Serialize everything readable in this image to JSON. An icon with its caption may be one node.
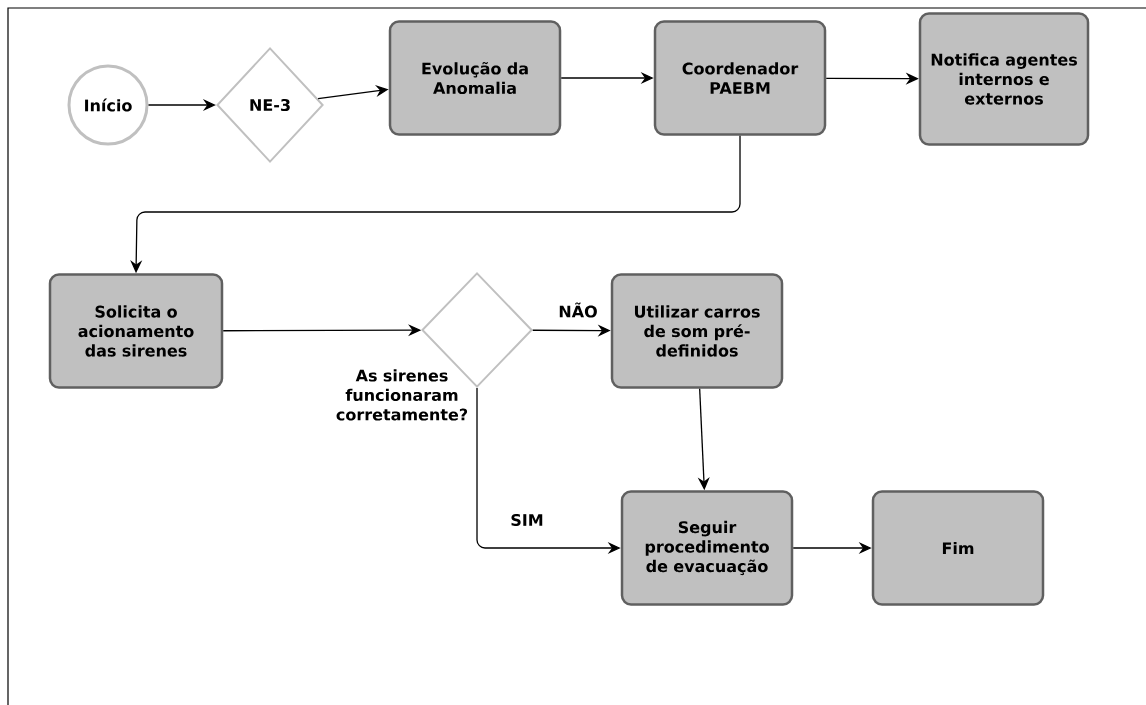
{
  "diagram": {
    "nodes": [
      {
        "text": [
          "Início"
        ]
      },
      {
        "text": [
          "NE-3"
        ]
      },
      {
        "text": [
          "Evolução da Anomalia"
        ]
      },
      {
        "text": [
          "Coordenador PAEBM"
        ]
      },
      {
        "text": [
          "Notifica agentes internos e externos"
        ]
      },
      {
        "text": [
          "Solicita o acionamento das sirenes"
        ]
      },
      {
        "text": [],
        "shape": "diamond",
        "beside": [
          "As sirenes funcionaram corretamente?"
        ]
      },
      {
        "text": [
          "Utilizar carros de som pré-definidos"
        ]
      },
      {
        "text": [
          "Seguir procedimento de evacuação"
        ]
      },
      {
        "text": [
          "Fim"
        ]
      }
    ],
    "edges": [
      {
        "from": 0,
        "to": 1,
        "arrow": "to"
      },
      {
        "from": 1,
        "to": 2,
        "arrow": "to"
      },
      {
        "from": 2,
        "to": 3,
        "arrow": "to"
      },
      {
        "from": 3,
        "to": 4,
        "arrow": "to"
      },
      {
        "from": 3,
        "to": 5,
        "arrow": "to"
      },
      {
        "from": 5,
        "to": 6,
        "arrow": "to"
      },
      {
        "from": 6,
        "to": 7,
        "arrow": "to",
        "label": "NÃO"
      },
      {
        "from": 7,
        "to": 8,
        "arrow": "to"
      },
      {
        "from": 6,
        "to": 8,
        "arrow": "to",
        "label": "SIM"
      },
      {
        "from": 8,
        "to": 9,
        "arrow": "to"
      }
    ]
  }
}
